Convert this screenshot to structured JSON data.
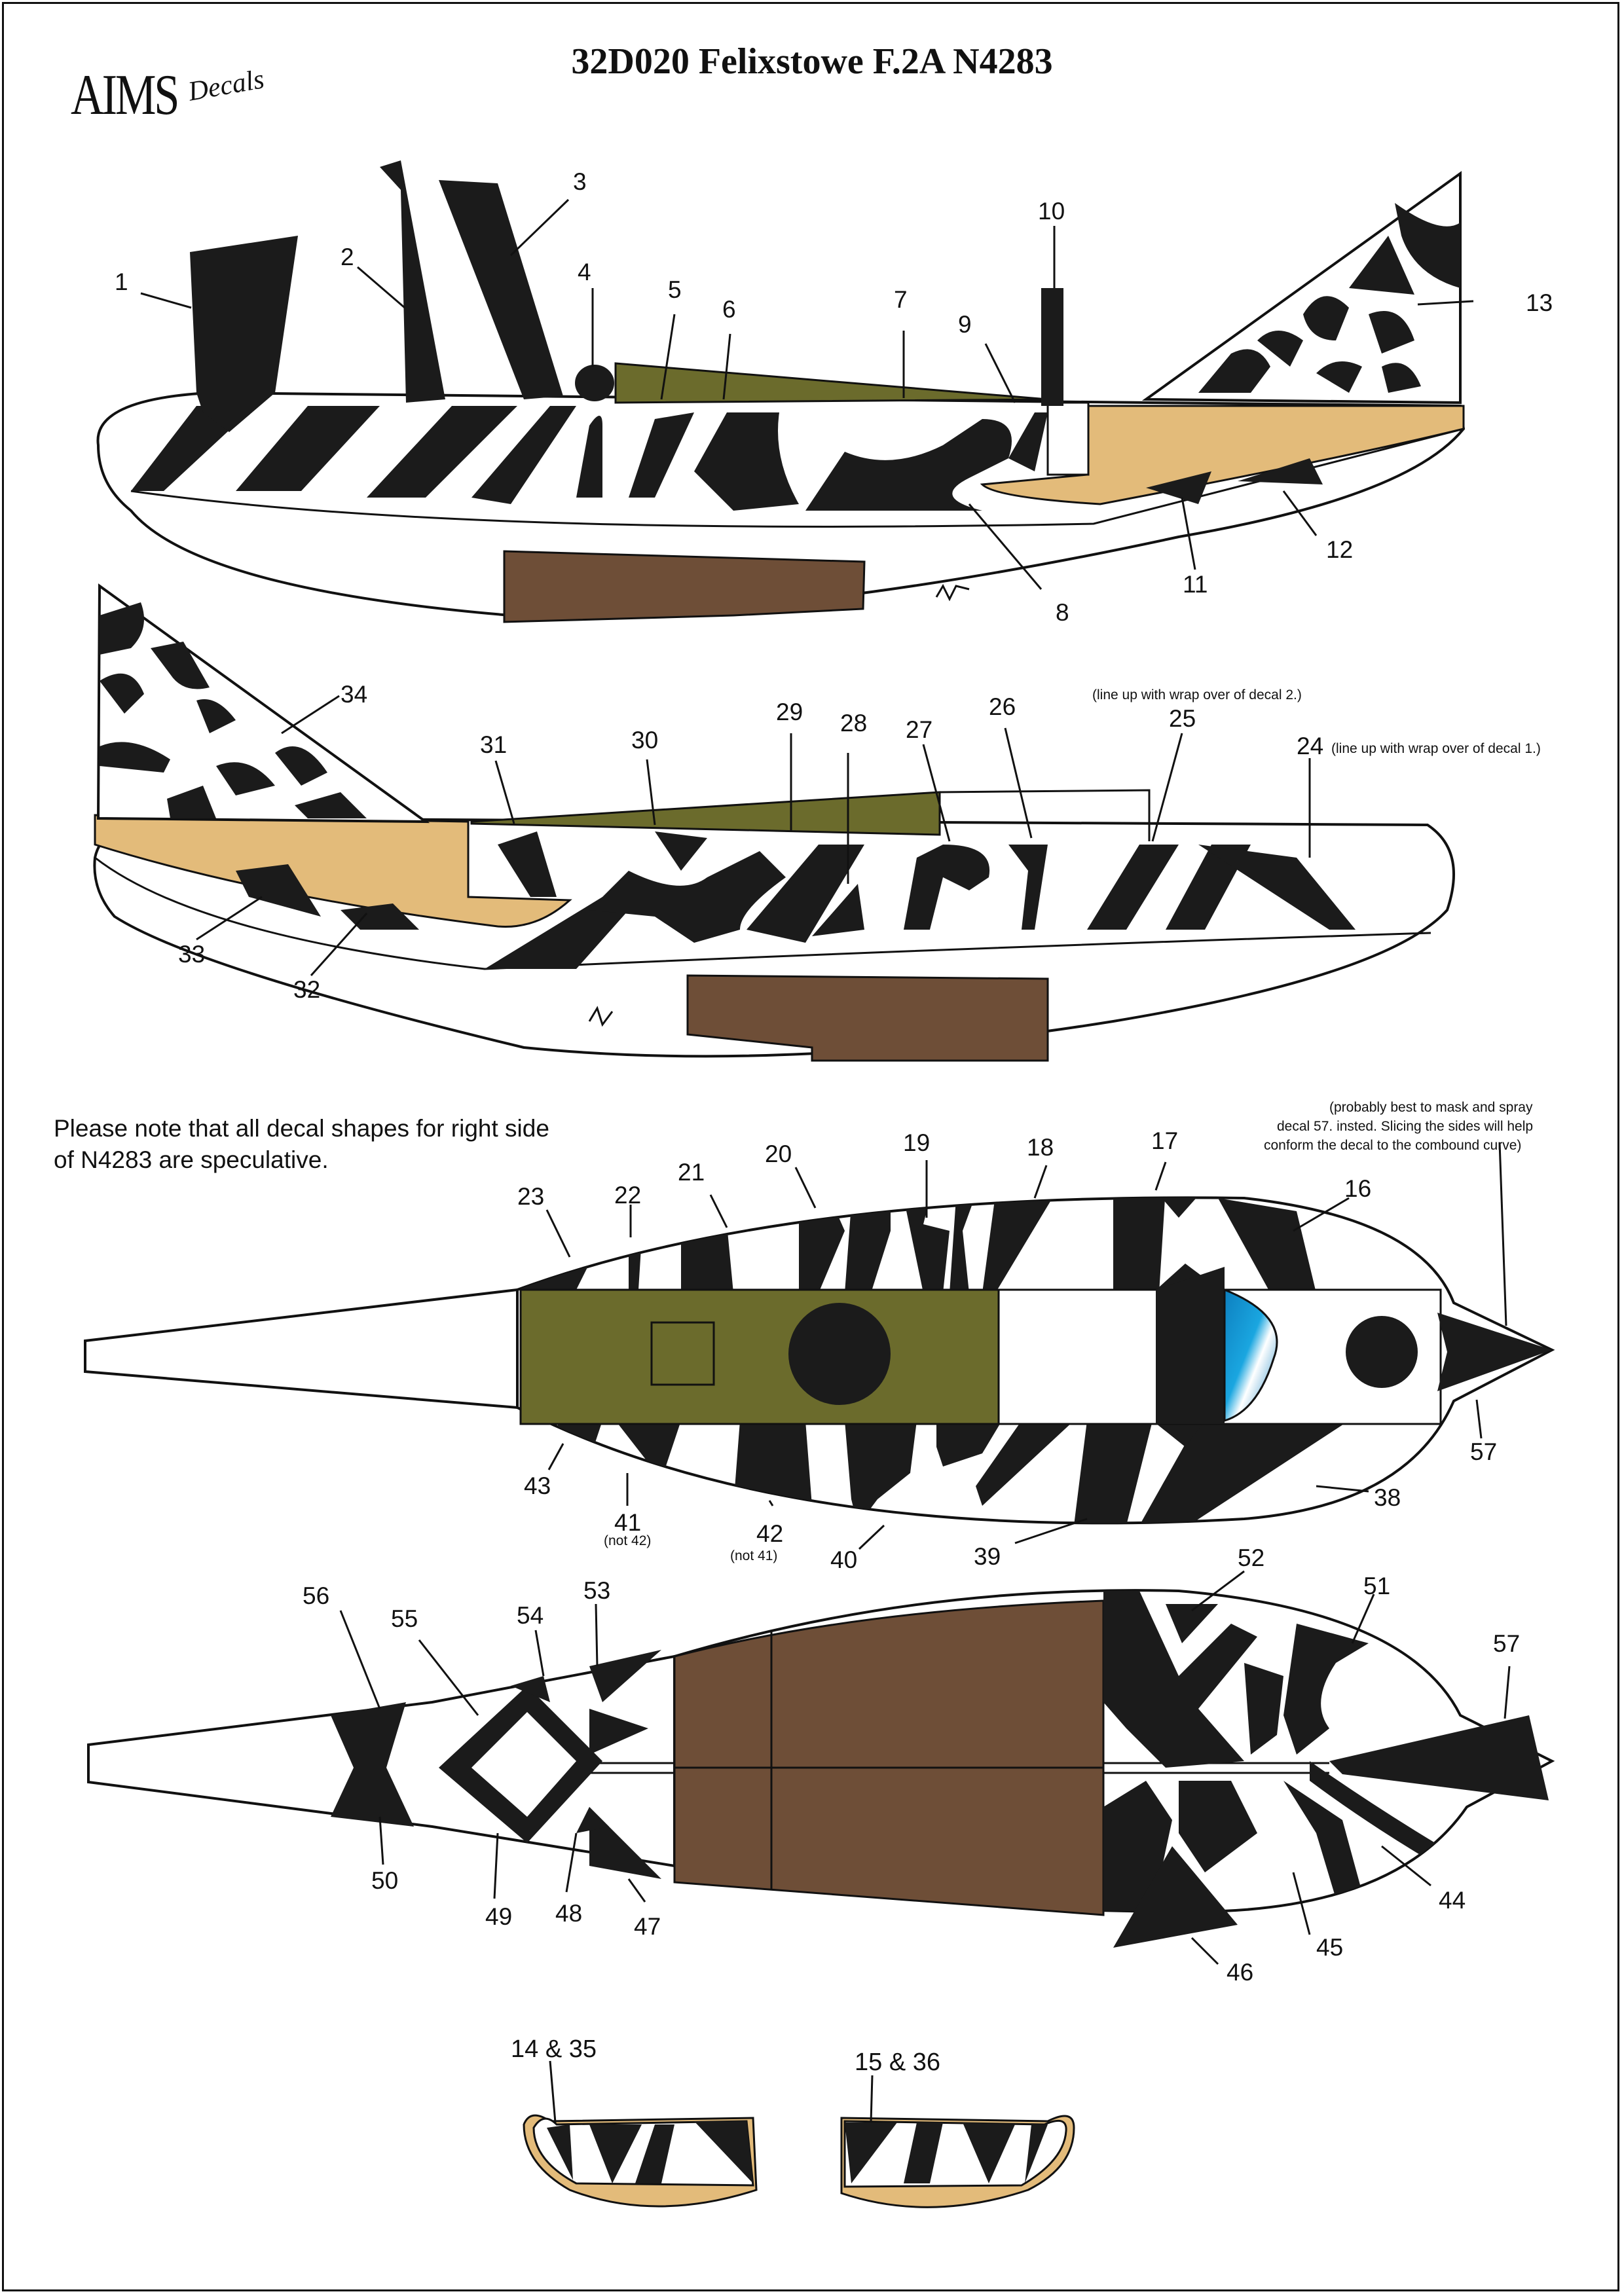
{
  "header": {
    "title": "32D020 Felixstowe F.2A N4283",
    "logo_main": "AIMS",
    "logo_sub": "Decals"
  },
  "note": {
    "line1": "Please note that all decal shapes for right side",
    "line2": "of N4283 are speculative."
  },
  "colors": {
    "black": "#1b1b1b",
    "olive": "#6b6b2c",
    "tan": "#e3bb7a",
    "brown": "#6e4e37",
    "cockpit_blue": "#1aa6e0",
    "outline": "#111111"
  },
  "left_side": {
    "labels": [
      "1",
      "2",
      "3",
      "4",
      "5",
      "6",
      "7",
      "8",
      "9",
      "10",
      "11",
      "12",
      "13"
    ]
  },
  "right_side": {
    "labels": [
      "24",
      "25",
      "26",
      "27",
      "28",
      "29",
      "30",
      "31",
      "32",
      "33",
      "34"
    ],
    "note_24": "(line up with wrap over of decal 1.)",
    "note_25": "(line up with wrap over of decal 2.)"
  },
  "top_view": {
    "labels": [
      "16",
      "17",
      "18",
      "19",
      "20",
      "21",
      "22",
      "23",
      "38",
      "39",
      "40",
      "41",
      "42",
      "43",
      "57"
    ],
    "note_41": "(not 42)",
    "note_42": "(not 41)",
    "note_57_line1": "(probably best to mask and spray",
    "note_57_line2": "decal 57. insted. Slicing the sides will help",
    "note_57_line3": "conform the decal to the combound curve)"
  },
  "bottom_view": {
    "labels": [
      "44",
      "45",
      "46",
      "47",
      "48",
      "49",
      "50",
      "51",
      "52",
      "53",
      "54",
      "55",
      "56",
      "57"
    ]
  },
  "floats": {
    "left_label": "14 & 35",
    "right_label": "15 & 36"
  }
}
